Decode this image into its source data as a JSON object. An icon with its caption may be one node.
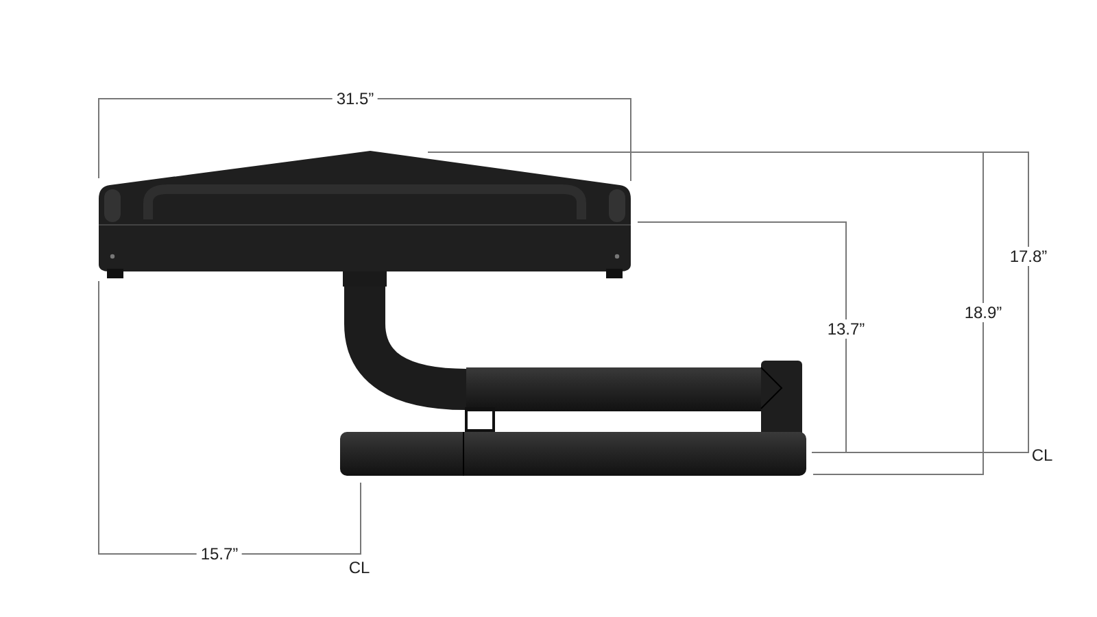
{
  "diagram": {
    "labels": [
      "31.5”",
      "17.8”",
      "13.7”",
      "18.9”",
      "CL",
      "15.7”",
      "CL"
    ]
  }
}
